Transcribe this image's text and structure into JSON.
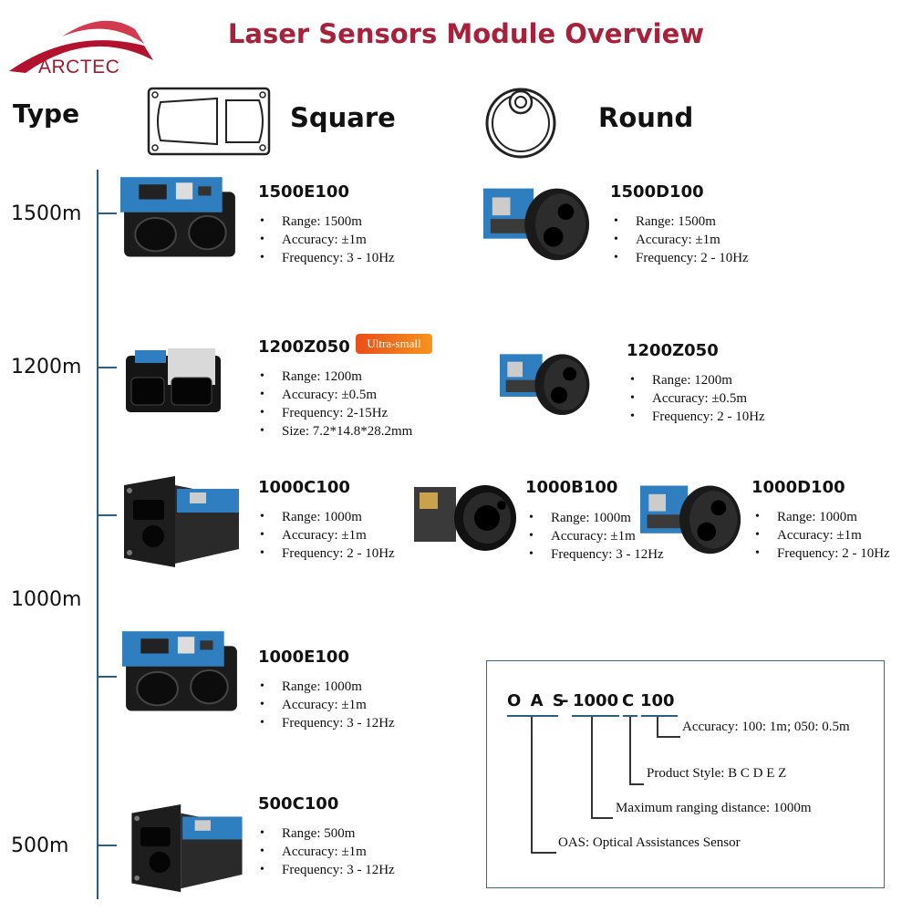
{
  "header": {
    "logo_text": "ARCTEC",
    "title": "Laser Sensors Module Overview",
    "type_label": "Type",
    "square_label": "Square",
    "round_label": "Round",
    "brand_color": "#a8203a"
  },
  "ranges": [
    "1500m",
    "1200m",
    "1000m",
    "500m"
  ],
  "products": {
    "p1500E100": {
      "name": "1500E100",
      "specs": [
        "Range: 1500m",
        "Accuracy: ±1m",
        "Frequency: 3 - 10Hz"
      ]
    },
    "p1500D100": {
      "name": "1500D100",
      "specs": [
        "Range: 1500m",
        "Accuracy: ±1m",
        "Frequency: 2 - 10Hz"
      ]
    },
    "p1200Z050sq": {
      "name": "1200Z050",
      "badge": "Ultra-small",
      "specs": [
        "Range: 1200m",
        "Accuracy: ±0.5m",
        "Frequency: 2-15Hz",
        "Size: 7.2*14.8*28.2mm"
      ]
    },
    "p1200Z050rd": {
      "name": "1200Z050",
      "specs": [
        "Range: 1200m",
        "Accuracy: ±0.5m",
        "Frequency: 2 - 10Hz"
      ]
    },
    "p1000C100": {
      "name": "1000C100",
      "specs": [
        "Range: 1000m",
        "Accuracy: ±1m",
        "Frequency: 2 - 10Hz"
      ]
    },
    "p1000B100": {
      "name": "1000B100",
      "specs": [
        "Range: 1000m",
        "Accuracy: ±1m",
        "Frequency: 3 - 12Hz"
      ]
    },
    "p1000D100": {
      "name": "1000D100",
      "specs": [
        "Range: 1000m",
        "Accuracy: ±1m",
        "Frequency: 2 - 10Hz"
      ]
    },
    "p1000E100": {
      "name": "1000E100",
      "specs": [
        "Range: 1000m",
        "Accuracy: ±1m",
        "Frequency: 3 - 12Hz"
      ]
    },
    "p500C100": {
      "name": "500C100",
      "specs": [
        "Range: 500m",
        "Accuracy: ±1m",
        "Frequency: 3 - 12Hz"
      ]
    }
  },
  "legend": {
    "code_oas": "O A S",
    "code_dash1": "-",
    "code_dist": "1000",
    "code_style": "C",
    "code_acc": "100",
    "accuracy": "Accuracy: 100: 1m; 050: 0.5m",
    "style": "Product Style: B C D E Z",
    "distance": "Maximum ranging distance: 1000m",
    "oas": "OAS: Optical Assistances Sensor"
  }
}
